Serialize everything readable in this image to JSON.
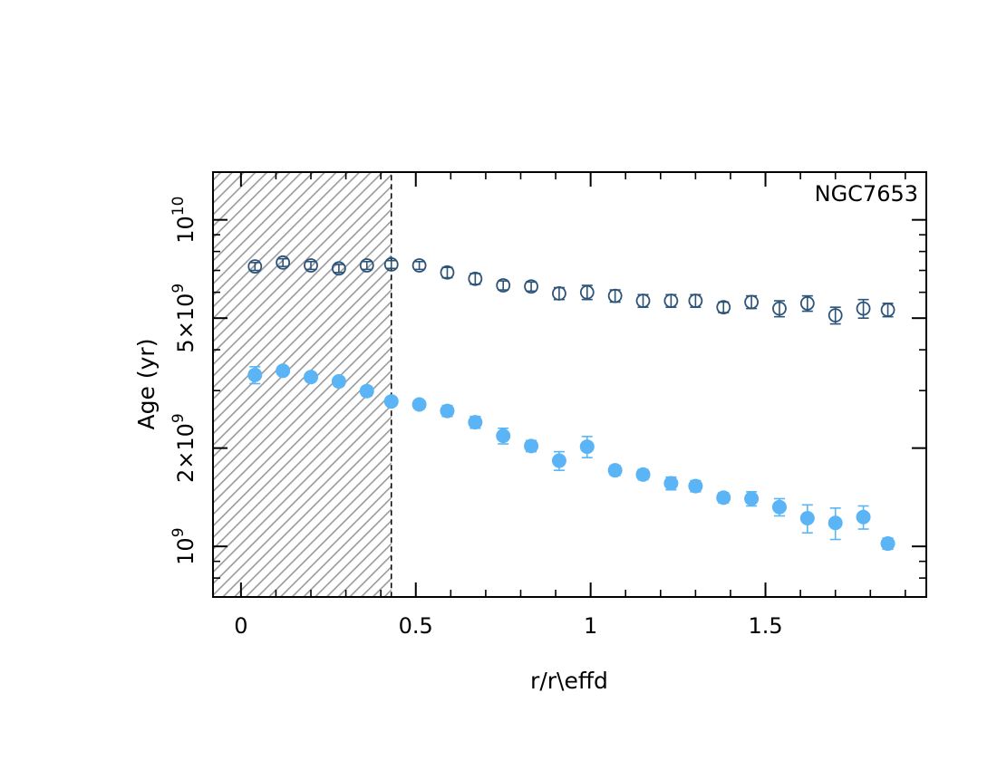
{
  "chart_data": {
    "type": "scatter",
    "annotation": "NGC7653",
    "xlabel": "r/r\\effd",
    "ylabel": "Age (yr)",
    "xlim": [
      -0.08,
      1.96
    ],
    "ylim": [
      700000000,
      14000000000
    ],
    "y_scale": "log",
    "x_ticks": [
      {
        "value": 0,
        "label": "0"
      },
      {
        "value": 0.5,
        "label": "0.5"
      },
      {
        "value": 1,
        "label": "1"
      },
      {
        "value": 1.5,
        "label": "1.5"
      }
    ],
    "y_ticks": [
      {
        "value": 1000000000,
        "base": "10",
        "exp": "9",
        "prefix": ""
      },
      {
        "value": 2000000000,
        "base": "10",
        "exp": "9",
        "prefix": "2×"
      },
      {
        "value": 5000000000,
        "base": "10",
        "exp": "9",
        "prefix": "5×"
      },
      {
        "value": 10000000000,
        "base": "10",
        "exp": "10",
        "prefix": ""
      }
    ],
    "shaded_region": {
      "x_from": -0.08,
      "x_to": 0.43,
      "pattern": "diagonal-hatch"
    },
    "series": [
      {
        "marker": "open-circle",
        "color": "#2c5378",
        "points": [
          {
            "x": 0.04,
            "y": 7200000000,
            "err": 200000000
          },
          {
            "x": 0.12,
            "y": 7400000000,
            "err": 200000000
          },
          {
            "x": 0.2,
            "y": 7250000000,
            "err": 200000000
          },
          {
            "x": 0.28,
            "y": 7100000000,
            "err": 200000000
          },
          {
            "x": 0.36,
            "y": 7250000000,
            "err": 200000000
          },
          {
            "x": 0.43,
            "y": 7300000000,
            "err": 200000000
          },
          {
            "x": 0.51,
            "y": 7250000000,
            "err": 200000000
          },
          {
            "x": 0.59,
            "y": 6900000000,
            "err": 250000000
          },
          {
            "x": 0.67,
            "y": 6600000000,
            "err": 250000000
          },
          {
            "x": 0.75,
            "y": 6300000000,
            "err": 200000000
          },
          {
            "x": 0.83,
            "y": 6250000000,
            "err": 200000000
          },
          {
            "x": 0.91,
            "y": 5950000000,
            "err": 250000000
          },
          {
            "x": 0.99,
            "y": 6000000000,
            "err": 300000000
          },
          {
            "x": 1.07,
            "y": 5850000000,
            "err": 250000000
          },
          {
            "x": 1.15,
            "y": 5650000000,
            "err": 250000000
          },
          {
            "x": 1.23,
            "y": 5650000000,
            "err": 250000000
          },
          {
            "x": 1.3,
            "y": 5650000000,
            "err": 250000000
          },
          {
            "x": 1.38,
            "y": 5400000000,
            "err": 200000000
          },
          {
            "x": 1.46,
            "y": 5600000000,
            "err": 250000000
          },
          {
            "x": 1.54,
            "y": 5350000000,
            "err": 300000000
          },
          {
            "x": 1.62,
            "y": 5550000000,
            "err": 300000000
          },
          {
            "x": 1.7,
            "y": 5100000000,
            "err": 300000000
          },
          {
            "x": 1.78,
            "y": 5350000000,
            "err": 350000000
          },
          {
            "x": 1.85,
            "y": 5300000000,
            "err": 250000000
          }
        ]
      },
      {
        "marker": "filled-circle",
        "color": "#5ab4f5",
        "points": [
          {
            "x": 0.04,
            "y": 3350000000,
            "err": 200000000
          },
          {
            "x": 0.12,
            "y": 3450000000,
            "err": 100000000
          },
          {
            "x": 0.2,
            "y": 3300000000,
            "err": 100000000
          },
          {
            "x": 0.28,
            "y": 3200000000,
            "err": 100000000
          },
          {
            "x": 0.36,
            "y": 2990000000,
            "err": 100000000
          },
          {
            "x": 0.43,
            "y": 2780000000,
            "err": 80000000
          },
          {
            "x": 0.51,
            "y": 2720000000,
            "err": 80000000
          },
          {
            "x": 0.59,
            "y": 2600000000,
            "err": 100000000
          },
          {
            "x": 0.67,
            "y": 2400000000,
            "err": 100000000
          },
          {
            "x": 0.75,
            "y": 2180000000,
            "err": 120000000
          },
          {
            "x": 0.83,
            "y": 2030000000,
            "err": 80000000
          },
          {
            "x": 0.91,
            "y": 1830000000,
            "err": 120000000
          },
          {
            "x": 0.99,
            "y": 2020000000,
            "err": 150000000
          },
          {
            "x": 1.07,
            "y": 1710000000,
            "err": 60000000
          },
          {
            "x": 1.15,
            "y": 1660000000,
            "err": 60000000
          },
          {
            "x": 1.23,
            "y": 1560000000,
            "err": 70000000
          },
          {
            "x": 1.3,
            "y": 1530000000,
            "err": 60000000
          },
          {
            "x": 1.38,
            "y": 1410000000,
            "err": 50000000
          },
          {
            "x": 1.46,
            "y": 1400000000,
            "err": 70000000
          },
          {
            "x": 1.54,
            "y": 1320000000,
            "err": 80000000
          },
          {
            "x": 1.62,
            "y": 1220000000,
            "err": 120000000
          },
          {
            "x": 1.7,
            "y": 1180000000,
            "err": 130000000
          },
          {
            "x": 1.78,
            "y": 1230000000,
            "err": 100000000
          },
          {
            "x": 1.85,
            "y": 1020000000,
            "err": 40000000
          }
        ]
      }
    ]
  }
}
